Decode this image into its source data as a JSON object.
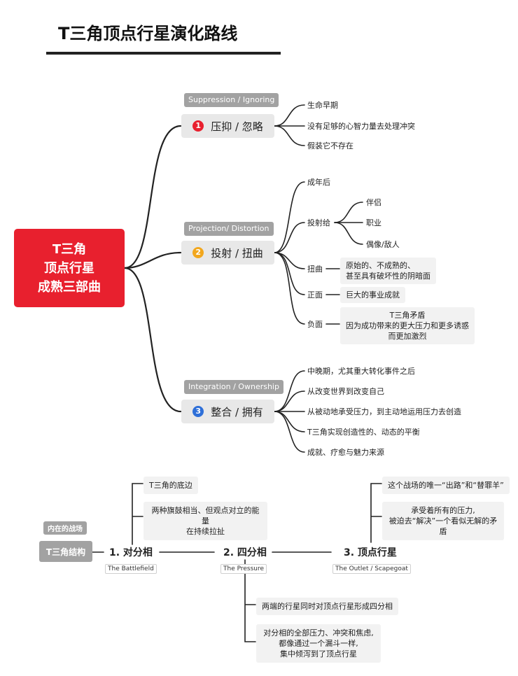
{
  "title": "T三角顶点行星演化路线",
  "root": {
    "line1": "T三角",
    "line2": "顶点行星",
    "line3": "成熟三部曲"
  },
  "branches": [
    {
      "number": "1",
      "color": "#e8202e",
      "tag": "Suppression / Ignoring",
      "label": "压抑 / 忽略",
      "leaves": [
        "生命早期",
        "没有足够的心智力量去处理冲突",
        "假装它不存在"
      ]
    },
    {
      "number": "2",
      "color": "#f2a71e",
      "tag": "Projection/ Distortion",
      "label": "投射 / 扭曲",
      "leaf_after": "成年后",
      "project_label": "投射给",
      "project_items": [
        "伴侣",
        "职业",
        "偶像/敌人"
      ],
      "distort_label": "扭曲",
      "distort_text": "原始的、不成熟的、\n甚至具有破坏性的阴暗面",
      "positive_label": "正面",
      "positive_text": "巨大的事业成就",
      "negative_label": "负面",
      "negative_text": "T三角矛盾\n因为成功带来的更大压力和更多诱惑\n而更加激烈"
    },
    {
      "number": "3",
      "color": "#2e6fd8",
      "tag": "Integration / Ownership",
      "label": "整合 / 拥有",
      "leaves": [
        "中晚期，尤其重大转化事件之后",
        "从改变世界到改变自己",
        "从被动地承受压力，到主动地运用压力去创造",
        "T三角实现创造性的、动态的平衡",
        "成就、疗愈与魅力来源"
      ]
    }
  ],
  "structure": {
    "tag": "内在的战场",
    "label": "T三角结构",
    "stages": [
      {
        "label": "1. 对分相",
        "sub": "The Battlefield",
        "notes": [
          "T三角的底边",
          "两种旗鼓相当、但观点对立的能量\n在持续拉扯"
        ]
      },
      {
        "label": "2. 四分相",
        "sub": "The Pressure",
        "notes": [
          "两端的行星同时对顶点行星形成四分相",
          "对分相的全部压力、冲突和焦虑,\n都像通过一个漏斗一样,\n集中倾泻到了顶点行星"
        ]
      },
      {
        "label": "3. 顶点行星",
        "sub": "The Outlet / Scapegoat",
        "notes": [
          "这个战场的唯一“出路”和“替罪羊”",
          "承受着所有的压力,\n被迫去“解决”一个看似无解的矛盾"
        ]
      }
    ]
  }
}
